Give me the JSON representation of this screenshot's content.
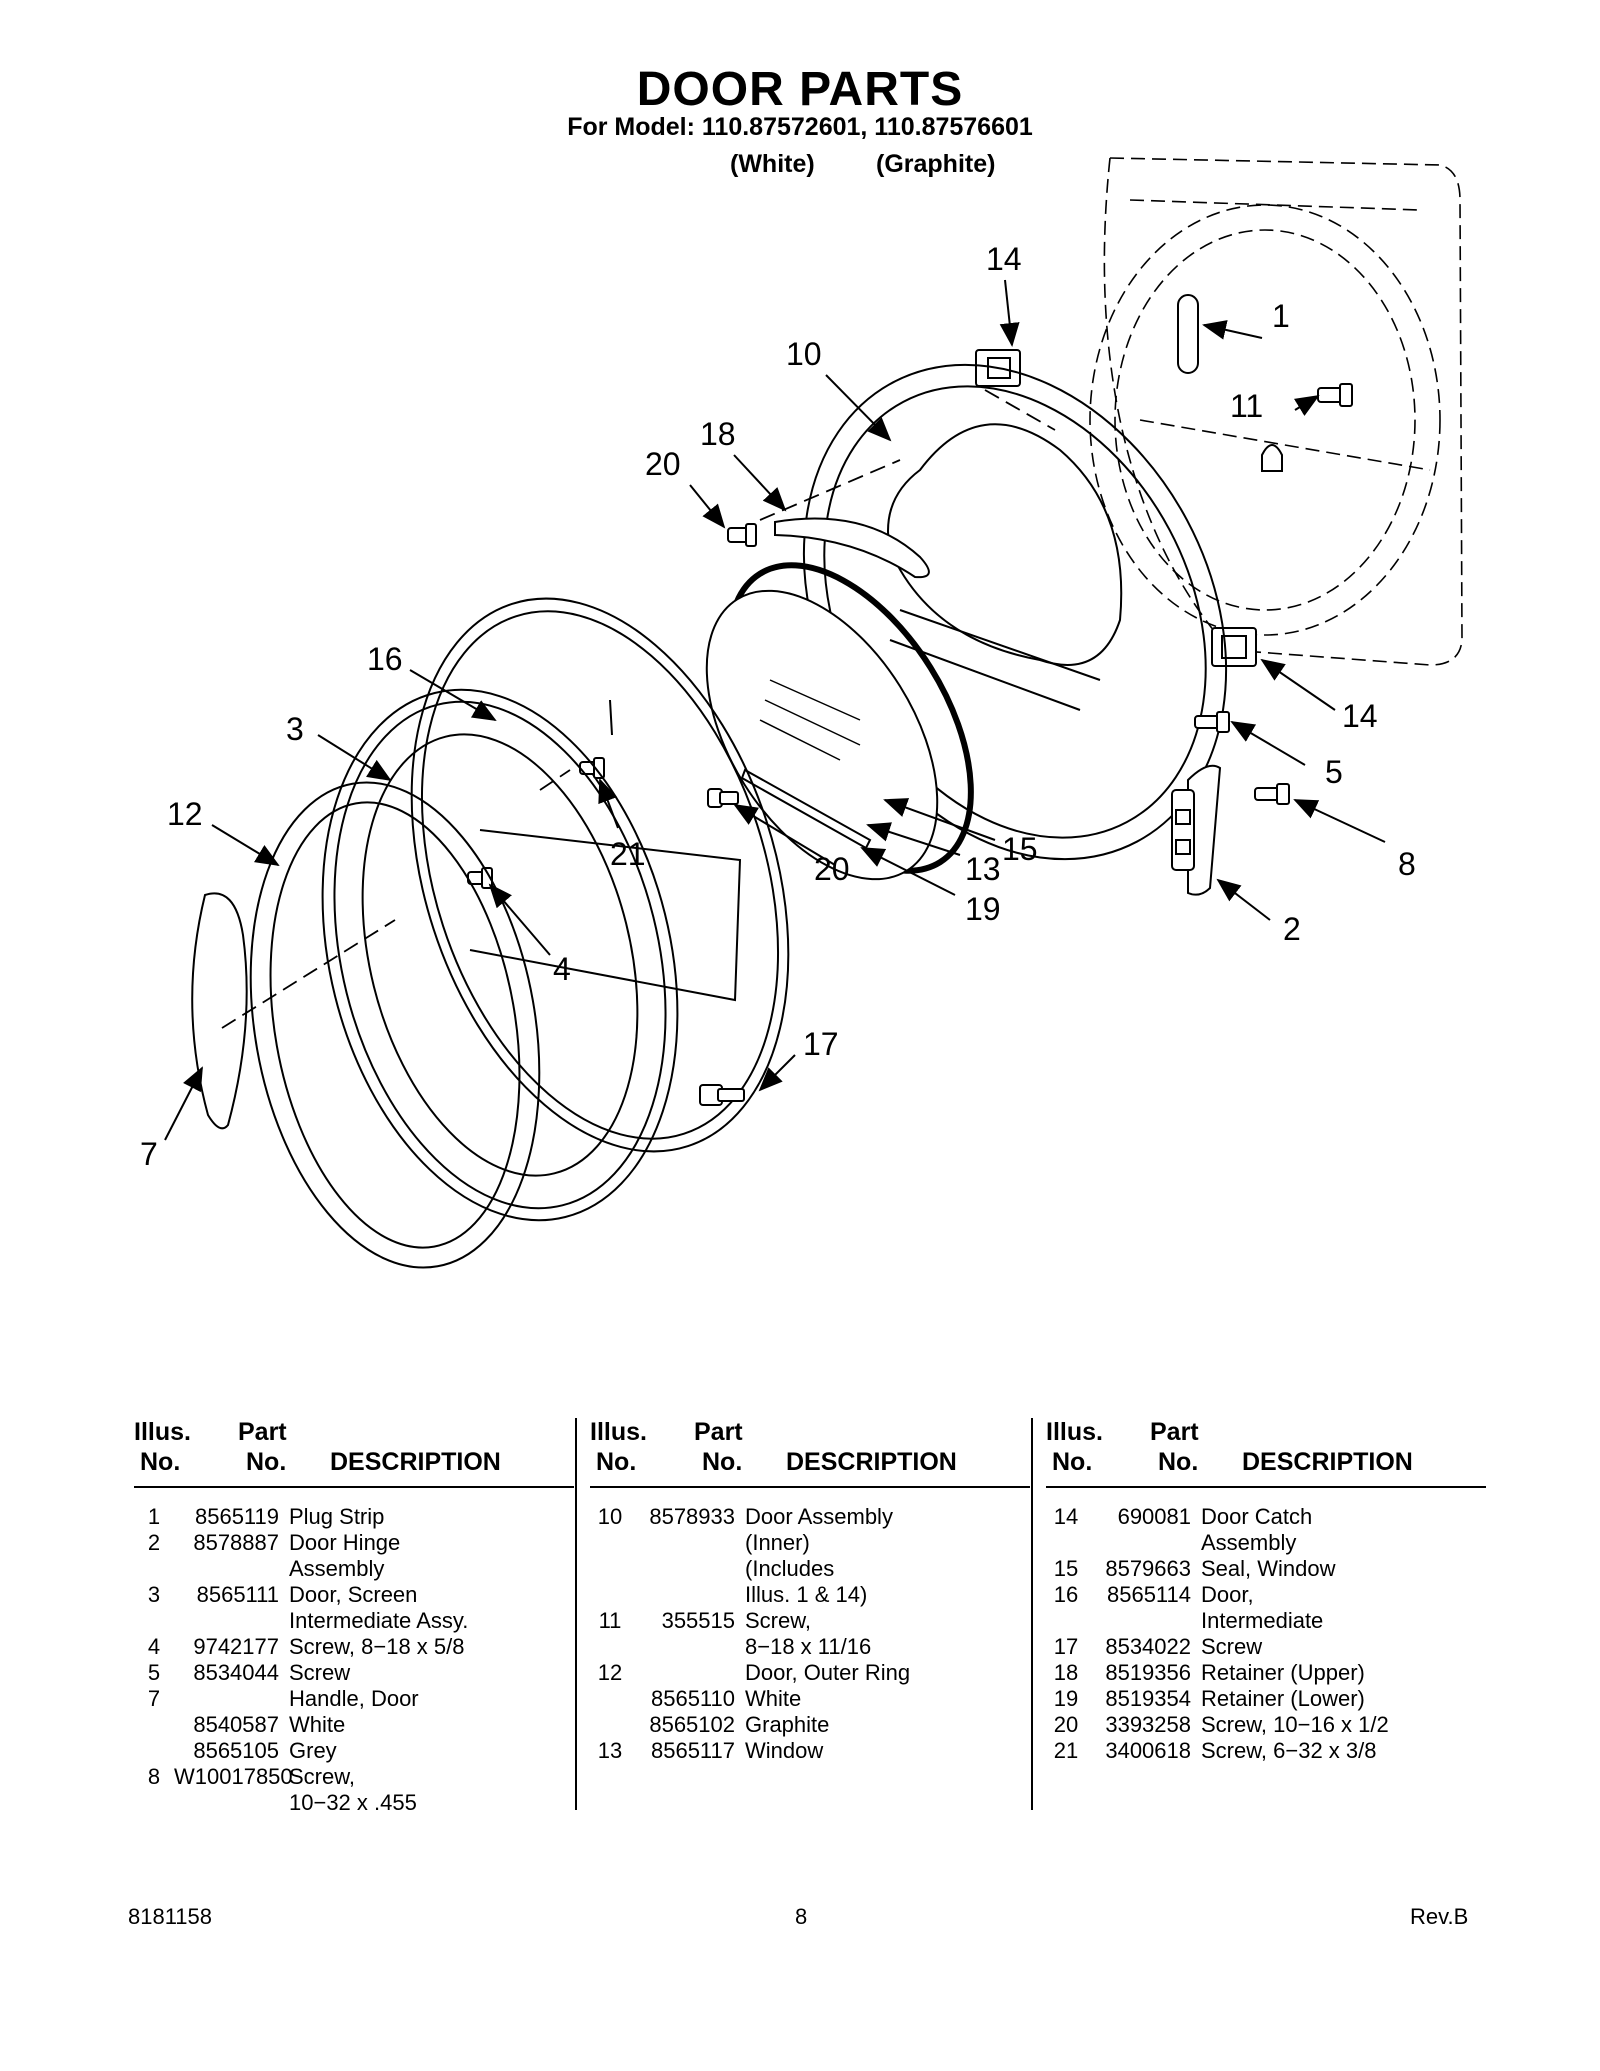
{
  "header": {
    "title": "DOOR PARTS",
    "subtitle": "For Model: 110.87572601, 110.87576601",
    "variant_white": "(White)",
    "variant_graphite": "(Graphite)"
  },
  "diagram": {
    "callouts": [
      "1",
      "2",
      "3",
      "4",
      "5",
      "7",
      "8",
      "10",
      "11",
      "12",
      "13",
      "14",
      "14",
      "15",
      "16",
      "17",
      "18",
      "19",
      "20",
      "20",
      "21"
    ]
  },
  "table": {
    "headers": {
      "illus_top": "Illus.",
      "illus_bottom": "No.",
      "part_top": "Part",
      "part_bottom": "No.",
      "description": "DESCRIPTION"
    },
    "columns": [
      [
        {
          "illus": "1",
          "part": "8565119",
          "desc": "Plug Strip"
        },
        {
          "illus": "2",
          "part": "8578887",
          "desc": "Door Hinge\nAssembly"
        },
        {
          "illus": "3",
          "part": "8565111",
          "desc": "Door, Screen\nIntermediate Assy."
        },
        {
          "illus": "4",
          "part": "9742177",
          "desc": "Screw, 8−18 x 5/8"
        },
        {
          "illus": "5",
          "part": "8534044",
          "desc": "Screw"
        },
        {
          "illus": "7",
          "part": "",
          "desc": "Handle, Door"
        },
        {
          "illus": "",
          "part": "8540587",
          "desc": "White"
        },
        {
          "illus": "",
          "part": "8565105",
          "desc": "Grey"
        },
        {
          "illus": "8",
          "part": "W10017850",
          "desc": "Screw,\n10−32 x .455"
        }
      ],
      [
        {
          "illus": "10",
          "part": "8578933",
          "desc": "Door Assembly\n(Inner)\n(Includes\nIllus. 1 & 14)"
        },
        {
          "illus": "11",
          "part": "355515",
          "desc": "Screw,\n8−18 x 11/16"
        },
        {
          "illus": "12",
          "part": "",
          "desc": "Door, Outer Ring"
        },
        {
          "illus": "",
          "part": "8565110",
          "desc": "White"
        },
        {
          "illus": "",
          "part": "8565102",
          "desc": "Graphite"
        },
        {
          "illus": "13",
          "part": "8565117",
          "desc": "Window"
        }
      ],
      [
        {
          "illus": "14",
          "part": "690081",
          "desc": "Door Catch\nAssembly"
        },
        {
          "illus": "15",
          "part": "8579663",
          "desc": "Seal, Window"
        },
        {
          "illus": "16",
          "part": "8565114",
          "desc": "Door,\nIntermediate"
        },
        {
          "illus": "17",
          "part": "8534022",
          "desc": "Screw"
        },
        {
          "illus": "18",
          "part": "8519356",
          "desc": "Retainer (Upper)"
        },
        {
          "illus": "19",
          "part": "8519354",
          "desc": "Retainer (Lower)"
        },
        {
          "illus": "20",
          "part": "3393258",
          "desc": "Screw, 10−16 x 1/2"
        },
        {
          "illus": "21",
          "part": "3400618",
          "desc": "Screw, 6−32 x 3/8"
        }
      ]
    ]
  },
  "footer": {
    "doc_number": "8181158",
    "page_number": "8",
    "revision": "Rev.B"
  }
}
